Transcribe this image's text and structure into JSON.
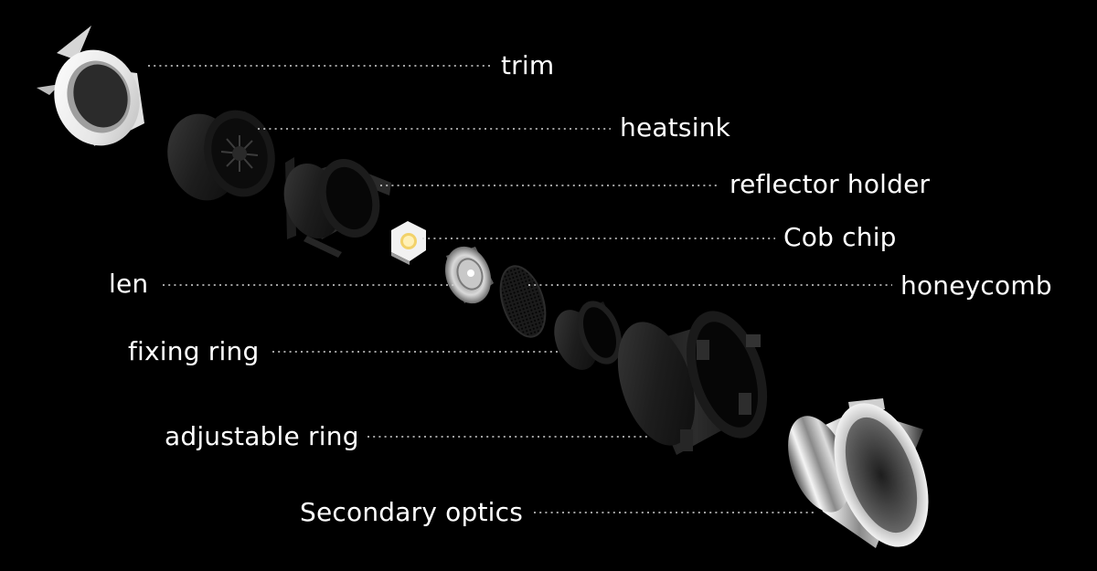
{
  "colors": {
    "background": "#000000",
    "label": "#ffffff",
    "leader": "#d8d8d8"
  },
  "parts": [
    {
      "id": "trim",
      "label": "trim",
      "icon": "trim-ring-icon"
    },
    {
      "id": "heatsink",
      "label": "heatsink",
      "icon": "heatsink-icon"
    },
    {
      "id": "reflector-holder",
      "label": "reflector holder",
      "icon": "reflector-holder-icon"
    },
    {
      "id": "cob-chip",
      "label": "Cob chip",
      "icon": "cob-chip-icon"
    },
    {
      "id": "len",
      "label": "len",
      "icon": "lens-icon"
    },
    {
      "id": "honeycomb",
      "label": "honeycomb",
      "icon": "honeycomb-icon"
    },
    {
      "id": "fixing-ring",
      "label": "fixing ring",
      "icon": "fixing-ring-icon"
    },
    {
      "id": "adjustable-ring",
      "label": "adjustable ring",
      "icon": "adjustable-ring-icon"
    },
    {
      "id": "secondary-optics",
      "label": "Secondary optics",
      "icon": "secondary-optics-icon"
    }
  ]
}
